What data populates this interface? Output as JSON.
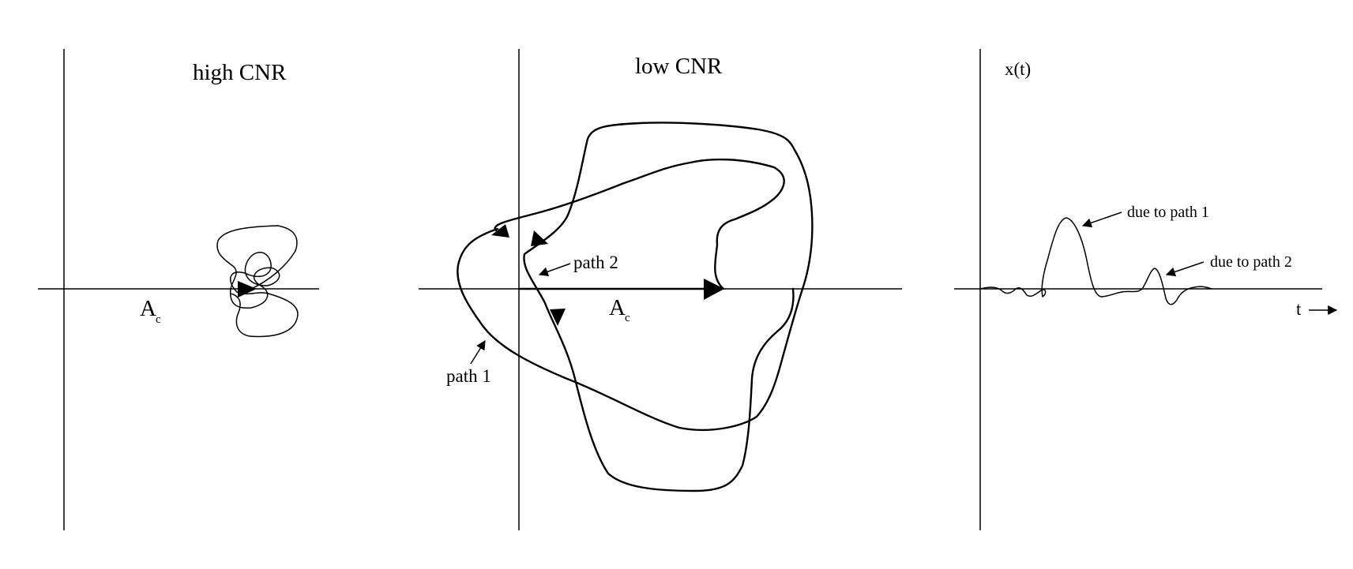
{
  "panels": {
    "high_cnr": {
      "title": "high CNR",
      "ac_label": "A",
      "ac_subscript": "c"
    },
    "low_cnr": {
      "title": "low CNR",
      "ac_label": "A",
      "ac_subscript": "c",
      "path1_label": "path 1",
      "path2_label": "path 2"
    },
    "output": {
      "y_label": "x(t)",
      "t_label": "t",
      "peak1_label": "due to path 1",
      "peak2_label": "due to path 2"
    }
  }
}
